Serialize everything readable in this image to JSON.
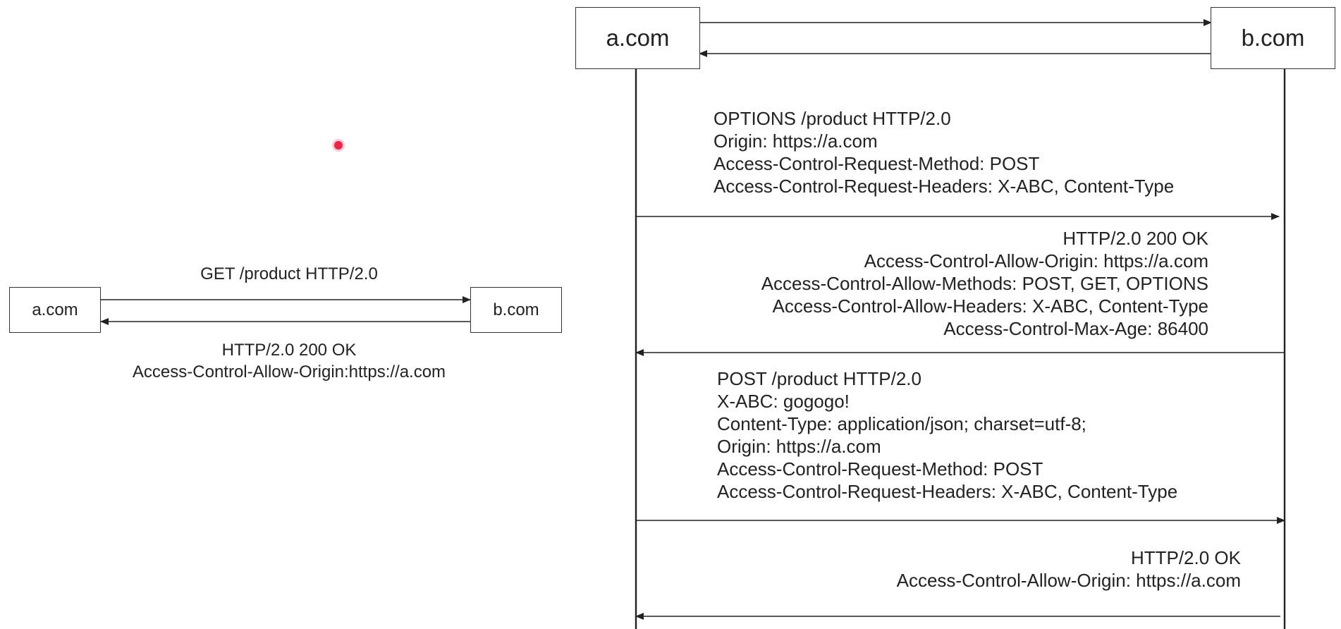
{
  "simple": {
    "client": "a.com",
    "server": "b.com",
    "request": "GET /product HTTP/2.0",
    "response_lines": [
      "HTTP/2.0 200 OK",
      "Access-Control-Allow-Origin:https://a.com"
    ]
  },
  "preflight": {
    "client": "a.com",
    "server": "b.com",
    "options_request": [
      "OPTIONS /product HTTP/2.0",
      "Origin: https://a.com",
      "Access-Control-Request-Method: POST",
      "Access-Control-Request-Headers: X-ABC, Content-Type"
    ],
    "options_response": [
      "HTTP/2.0 200 OK",
      "Access-Control-Allow-Origin: https://a.com",
      "Access-Control-Allow-Methods: POST, GET, OPTIONS",
      "Access-Control-Allow-Headers: X-ABC, Content-Type",
      "Access-Control-Max-Age: 86400"
    ],
    "post_request": [
      "POST /product HTTP/2.0",
      "X-ABC: gogogo!",
      "Content-Type: application/json; charset=utf-8;",
      "Origin: https://a.com",
      "Access-Control-Request-Method: POST",
      "Access-Control-Request-Headers: X-ABC, Content-Type"
    ],
    "post_response": [
      "HTTP/2.0 OK",
      "Access-Control-Allow-Origin: https://a.com"
    ]
  },
  "colors": {
    "line": "#222222",
    "pointer": "#e8284a"
  }
}
